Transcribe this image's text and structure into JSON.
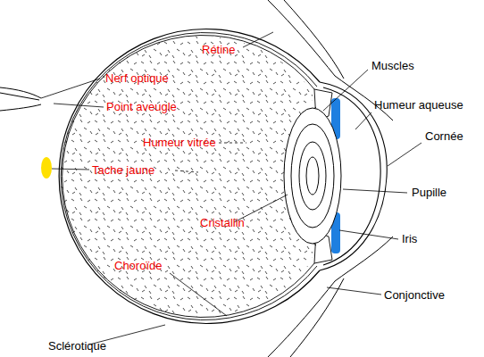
{
  "diagram": {
    "labels": [
      "Rétine",
      "Muscles",
      "Nerf optique",
      "Humeur aqueuse",
      "Point aveugle",
      "Cornée",
      "Humeur vitrée",
      "Tache jaune",
      "Pupille",
      "Cristallin",
      "Iris",
      "Choroïde",
      "Conjonctive",
      "Sclérotique"
    ]
  }
}
